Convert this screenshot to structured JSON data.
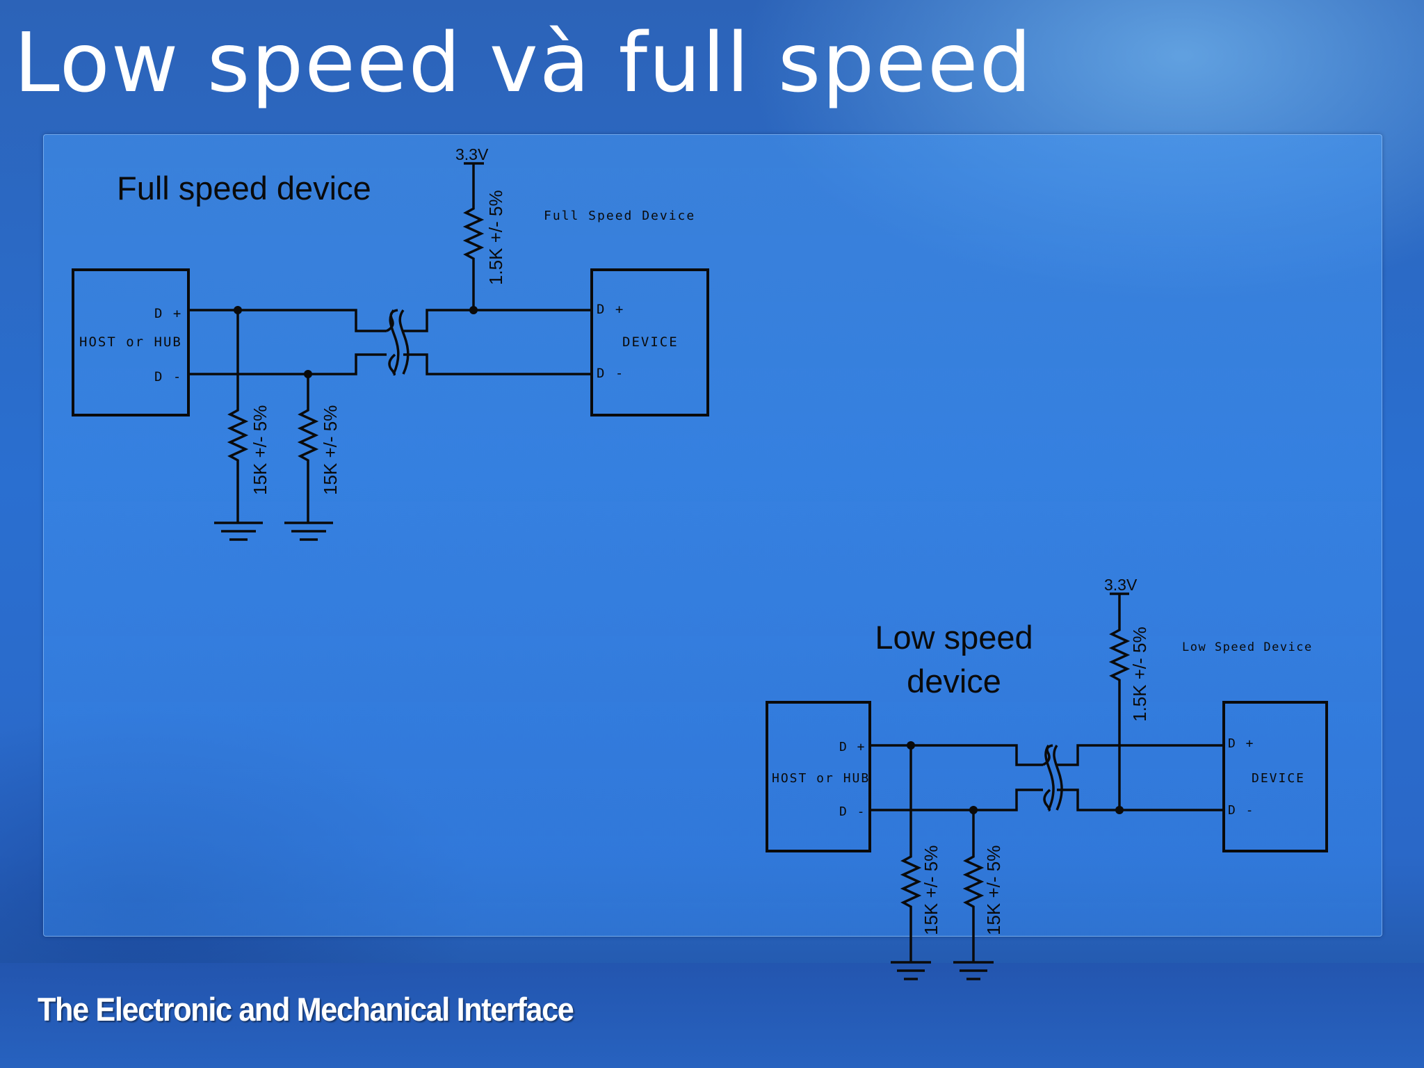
{
  "slide": {
    "title": "Low speed và full speed",
    "footer": "The Electronic and Mechanical Interface"
  },
  "full_speed": {
    "caption": "Full speed device",
    "host_label": "HOST or HUB",
    "host_dplus": "D +",
    "host_dminus": "D -",
    "device_label": "DEVICE",
    "device_dplus": "D +",
    "device_dminus": "D -",
    "device_caption": "Full Speed Device",
    "supply": "3.3V",
    "pullup": "1.5K +/- 5%",
    "pulldown_1": "15K +/- 5%",
    "pulldown_2": "15K +/- 5%"
  },
  "low_speed": {
    "caption_line1": "Low speed",
    "caption_line2": "device",
    "host_label": "HOST or HUB",
    "host_dplus": "D +",
    "host_dminus": "D -",
    "device_label": "DEVICE",
    "device_dplus": "D +",
    "device_dminus": "D -",
    "device_caption": "Low Speed Device",
    "supply": "3.3V",
    "pullup": "1.5K +/- 5%",
    "pulldown_1": "15K +/- 5%",
    "pulldown_2": "15K +/- 5%"
  },
  "colors": {
    "background": "#2a6fd0",
    "panel": "#4c96ec",
    "text": "#ffffff",
    "ink": "#0a0a0a"
  }
}
